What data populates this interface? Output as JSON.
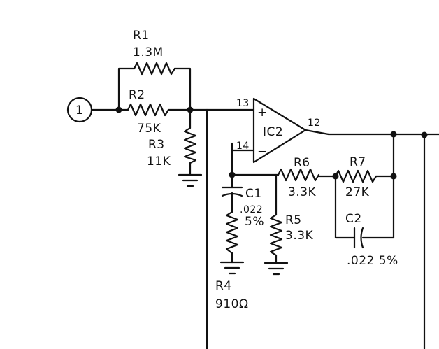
{
  "input": {
    "label": "1"
  },
  "resistors": {
    "r1": {
      "name": "R1",
      "value": "1.3M"
    },
    "r2": {
      "name": "R2",
      "value": "75K"
    },
    "r3": {
      "name": "R3",
      "value": "11K"
    },
    "r4": {
      "name": "R4",
      "value": "910Ω"
    },
    "r5": {
      "name": "R5",
      "value": "3.3K"
    },
    "r6": {
      "name": "R6",
      "value": "3.3K"
    },
    "r7": {
      "name": "R7",
      "value": "27K"
    }
  },
  "capacitors": {
    "c1": {
      "name": "C1",
      "value": ".022",
      "tolerance": "5%"
    },
    "c2": {
      "name": "C2",
      "value": ".022 5%"
    }
  },
  "opamp": {
    "name": "IC2",
    "pin_plus": "13",
    "pin_minus": "14",
    "pin_out": "12",
    "plus_sign": "+",
    "minus_sign": "−"
  }
}
